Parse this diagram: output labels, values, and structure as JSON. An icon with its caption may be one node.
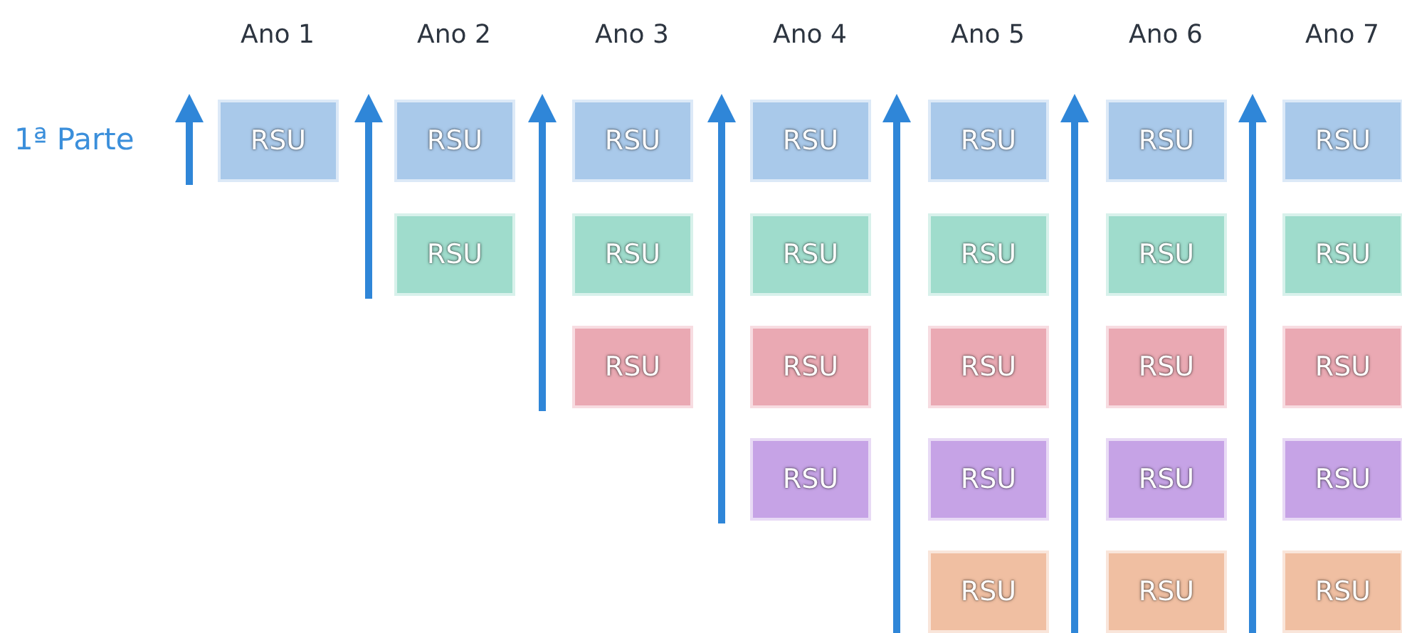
{
  "diagram": {
    "nodes": [
      {
        "text": [
          "RSU"
        ]
      },
      {
        "text": [
          "RSU"
        ]
      },
      {
        "text": [
          "RSU"
        ]
      },
      {
        "text": [
          "RSU"
        ]
      },
      {
        "text": [
          "RSU"
        ]
      },
      {
        "text": [
          "RSU"
        ]
      },
      {
        "text": [
          "RSU"
        ]
      },
      {
        "text": [
          "RSU"
        ]
      },
      {
        "text": [
          "RSU"
        ]
      },
      {
        "text": [
          "RSU"
        ]
      },
      {
        "text": [
          "RSU"
        ]
      },
      {
        "text": [
          "RSU"
        ]
      },
      {
        "text": [
          "RSU"
        ]
      },
      {
        "text": [
          "RSU"
        ]
      },
      {
        "text": [
          "RSU"
        ]
      },
      {
        "text": [
          "RSU"
        ]
      },
      {
        "text": [
          "RSU"
        ]
      },
      {
        "text": [
          "RSU"
        ]
      },
      {
        "text": [
          "RSU"
        ]
      },
      {
        "text": [
          "RSU"
        ]
      },
      {
        "text": [
          "RSU"
        ]
      },
      {
        "text": [
          "RSU"
        ]
      },
      {
        "text": [
          "RSU"
        ]
      },
      {
        "text": [
          "RSU"
        ]
      },
      {
        "text": [
          "RSU"
        ]
      }
    ],
    "labels": [
      "Ano 1",
      "Ano 2",
      "Ano 3",
      "Ano 4",
      "Ano 5",
      "Ano 6",
      "Ano 7",
      "1ª Parte"
    ]
  }
}
